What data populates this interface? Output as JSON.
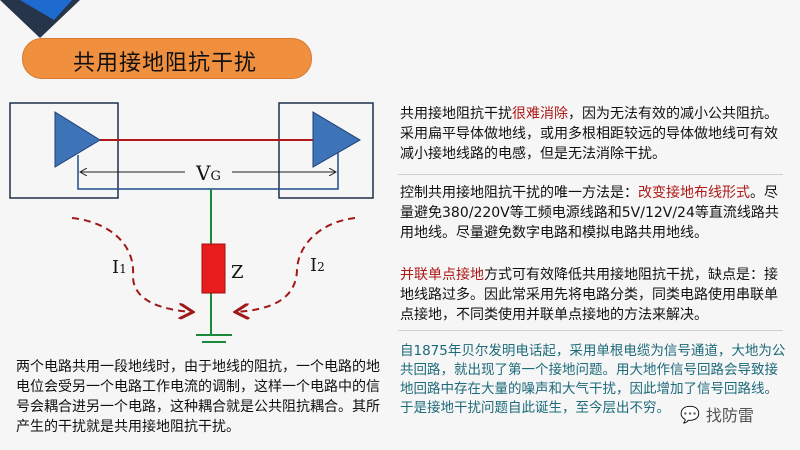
{
  "title": "共用接地阻抗干扰",
  "diagram": {
    "vg_label": "V",
    "vg_sub": "G",
    "z_label": "Z",
    "i1_label": "I",
    "i1_sub": "1",
    "i2_label": "I",
    "i2_sub": "2"
  },
  "left_text": "两个电路共用一段地线时，由于地线的阻抗，一个电路的地电位会受另一个电路工作电流的调制，这样一个电路中的信号会耦合进另一个电路，这种耦合就是公共阻抗耦合。其所产生的干扰就是共用接地阻抗干扰。",
  "blocks": [
    {
      "pre": "共用接地阻抗干扰",
      "highlight": "很难消除",
      "post": "，因为无法有效的减小公共阻抗。采用扁平导体做地线，或用多根相距较远的导体做地线可有效减小接地线路的电感，但是无法消除干扰。"
    },
    {
      "pre": "控制共用接地阻抗干扰的唯一方法是：",
      "highlight": "改变接地布线形式",
      "post": "。尽量避免380/220V等工频电源线路和5V/12V/24等直流线路共用地线。尽量避免数字电路和模拟电路共用地线。"
    },
    {
      "pre": "",
      "highlight": "并联单点接地",
      "post": "方式可有效降低共用接地阻抗干扰，缺点是：接地线路过多。因此常采用先将电路分类，同类电路使用串联单点接地，不同类使用并联单点接地的方法来解决。"
    },
    {
      "text": "自1875年贝尔发明电话起，采用单根电缆为信号通道，大地为公共回路，就出现了第一个接地问题。用大地作信号回路会导致接地回路中存在大量的噪声和大气干扰，因此增加了信号回路线。于是接地干扰问题自此诞生，至今层出不穷。"
    }
  ],
  "watermark": "找防雷",
  "colors": {
    "title_bg": "#f0903e",
    "highlight": "#b01818",
    "history_text": "#1d6a7a",
    "triangle": "#3d74b8",
    "signal": "#b01818",
    "ground_wire": "#1a8a3a",
    "impedance": "#e81c1c"
  }
}
